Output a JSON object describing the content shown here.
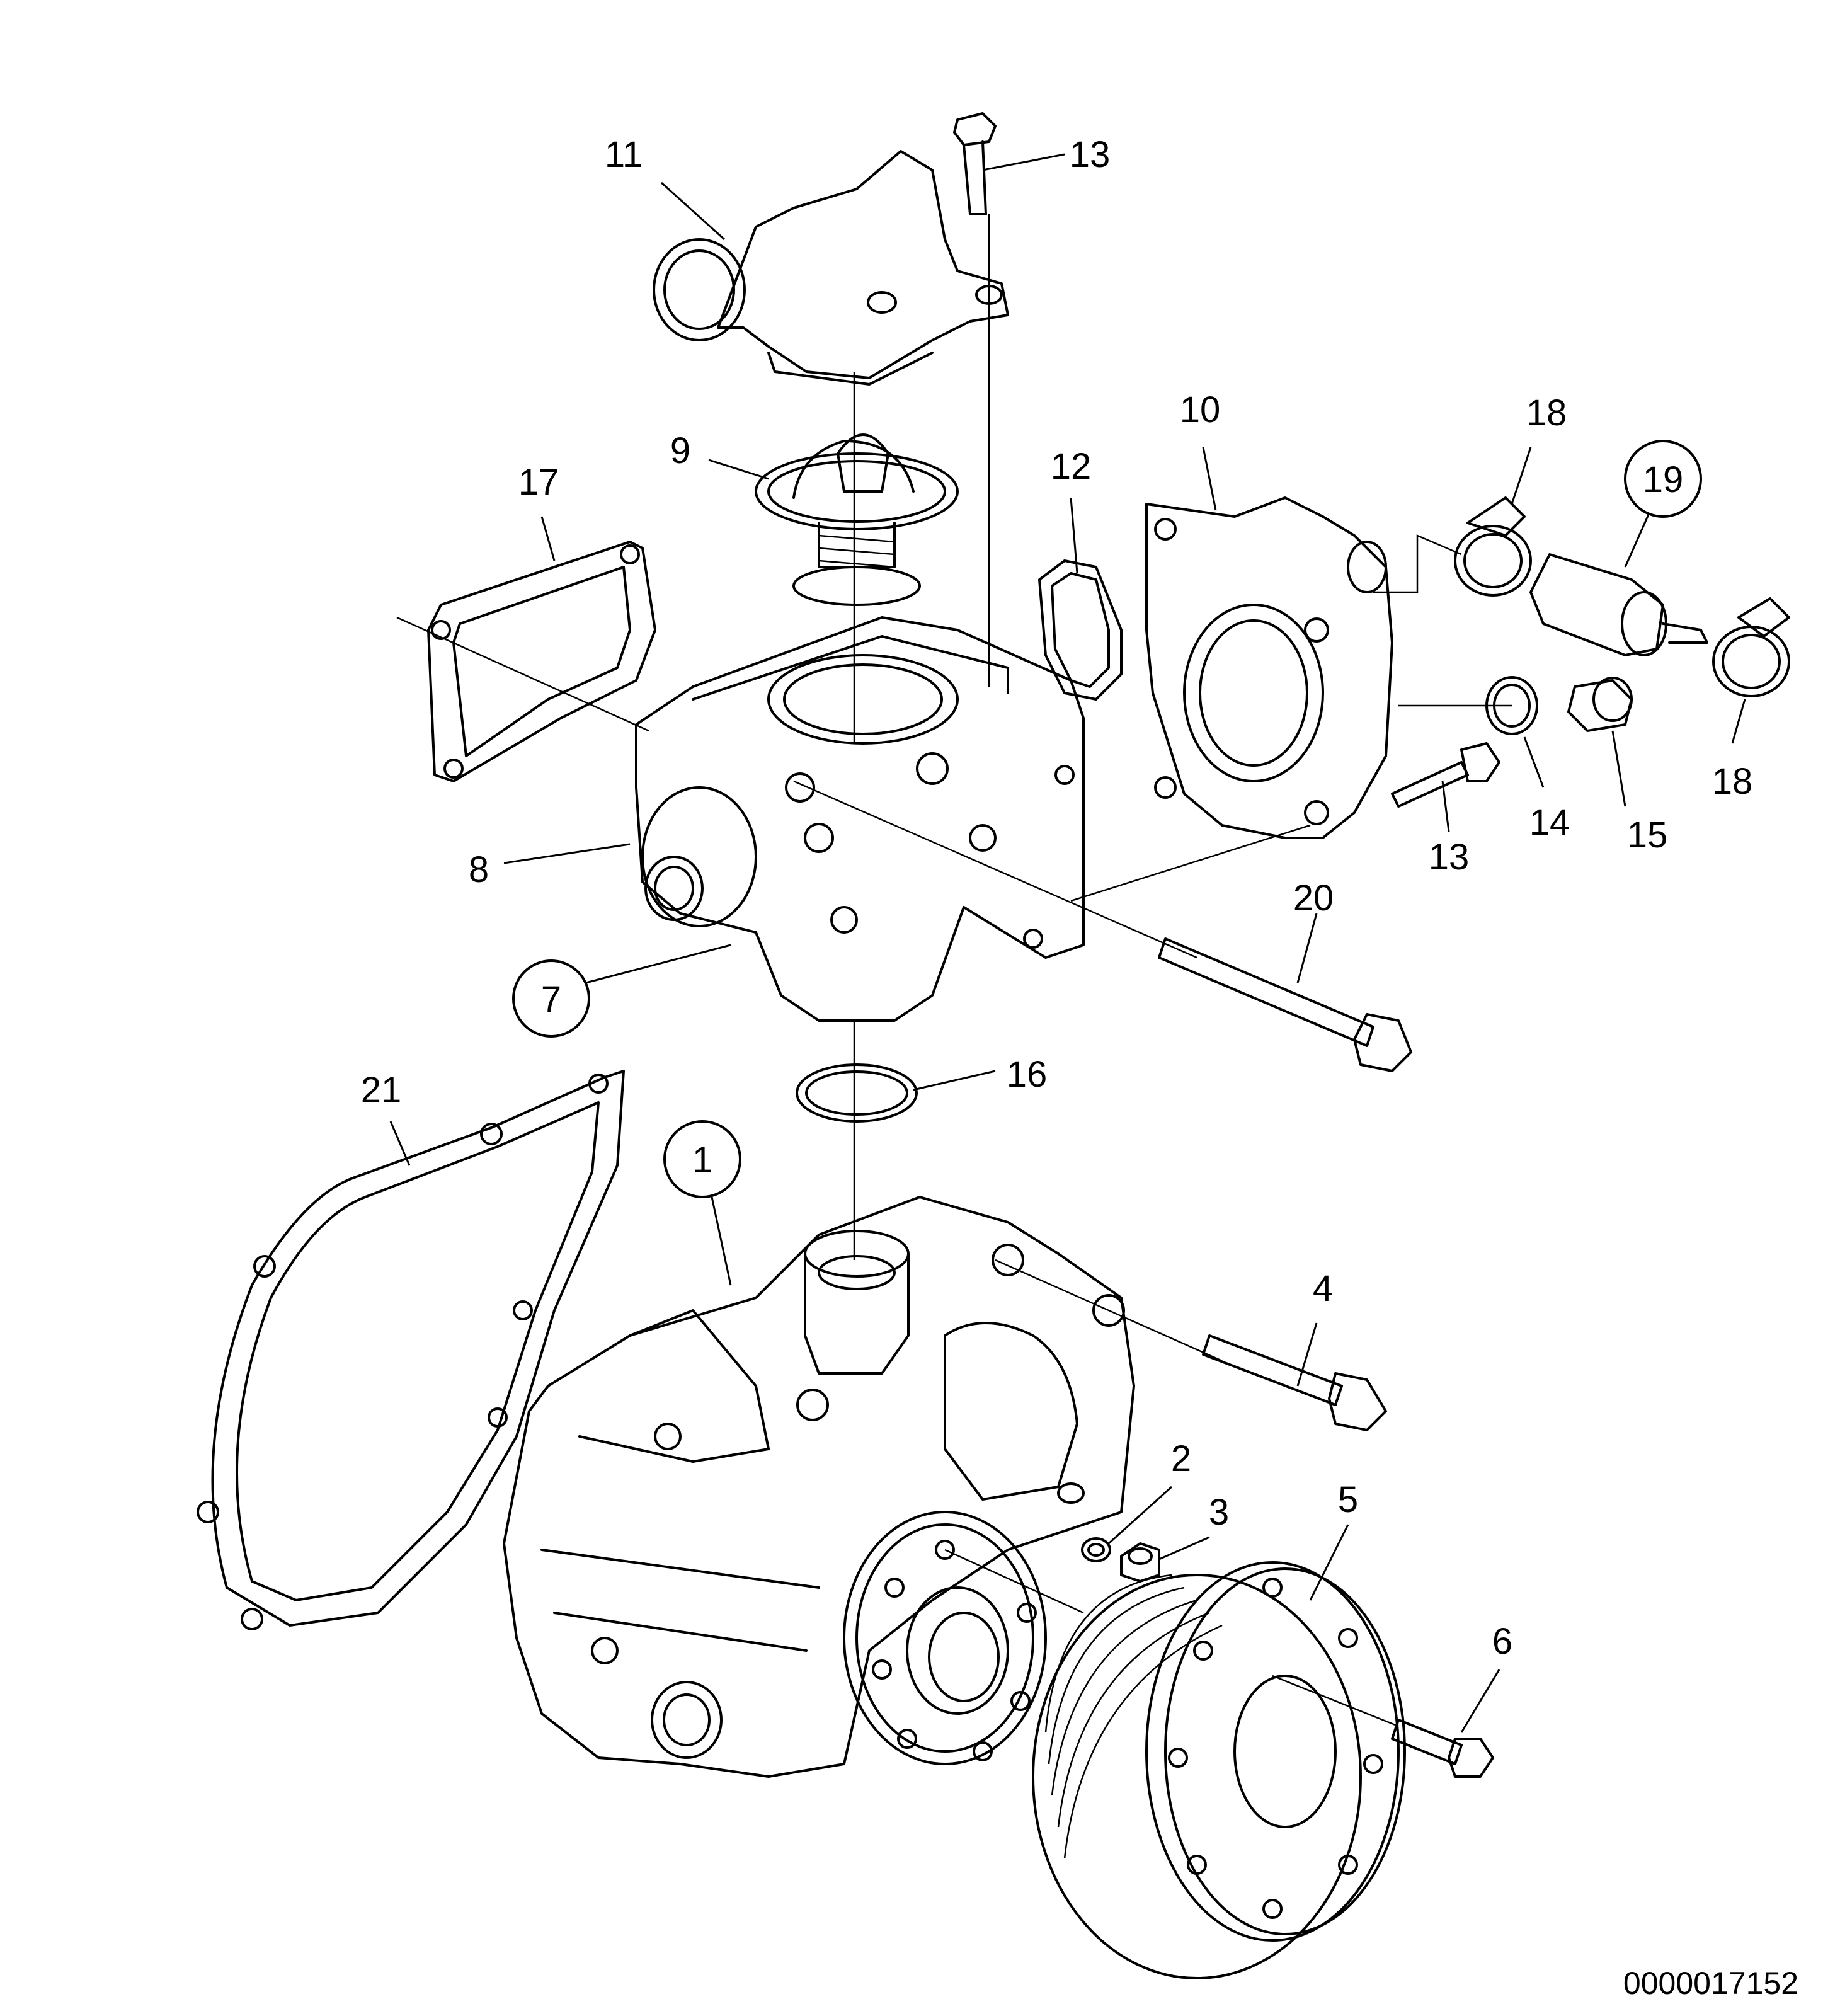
{
  "labels": {
    "p1": "1",
    "p2": "2",
    "p3": "3",
    "p4": "4",
    "p5": "5",
    "p6": "6",
    "p7": "7",
    "p8": "8",
    "p9": "9",
    "p10": "10",
    "p11": "11",
    "p12": "12",
    "p13a": "13",
    "p13b": "13",
    "p14": "14",
    "p15": "15",
    "p16": "16",
    "p17": "17",
    "p18a": "18",
    "p18b": "18",
    "p19": "19",
    "p20": "20",
    "p21": "21"
  },
  "figure_number": "0000017152"
}
